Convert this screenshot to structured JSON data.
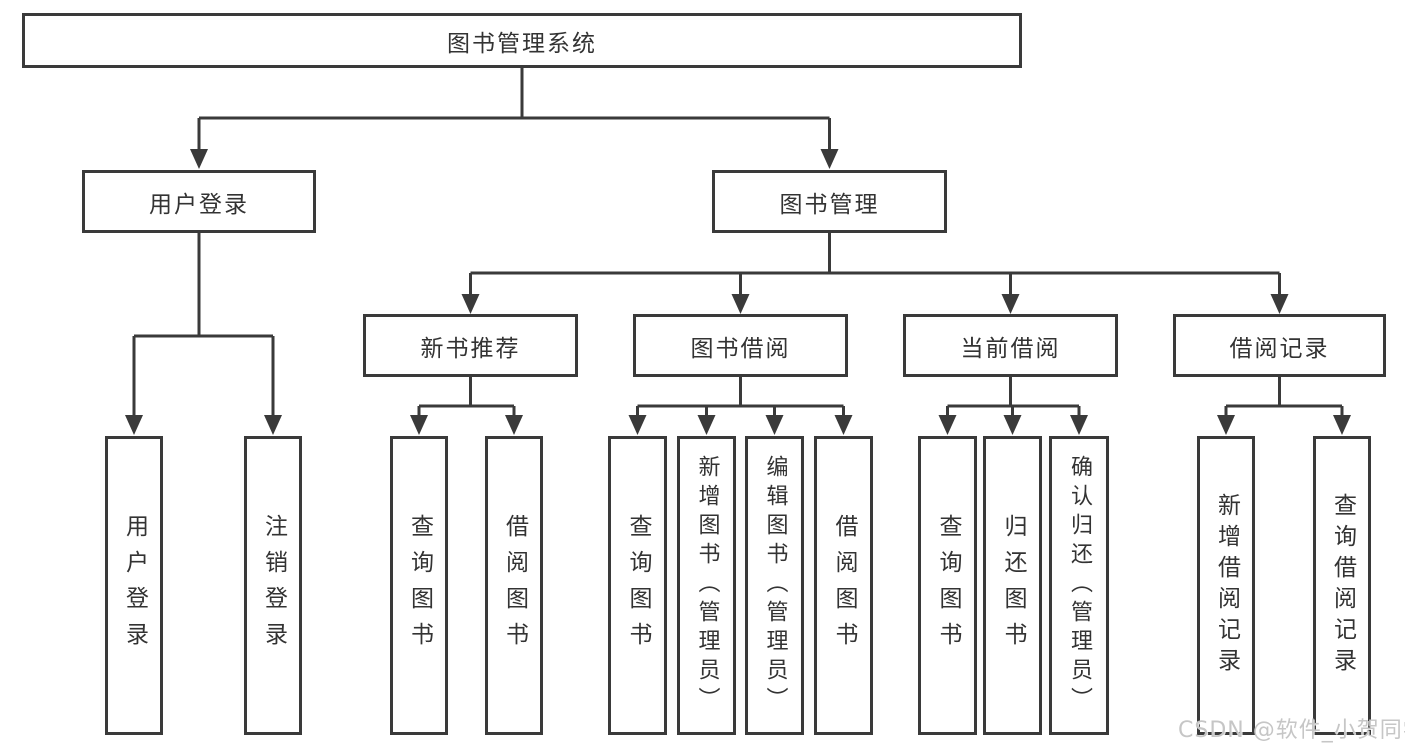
{
  "colors": {
    "line": "#3a3a3a",
    "box_border": "#3a3a3a",
    "text": "#333333",
    "background": "#ffffff",
    "watermark": "#c6c6c6"
  },
  "watermark": {
    "text": "CSDN @软件_小贺同学"
  },
  "tree": {
    "root": {
      "label": "图书管理系统"
    },
    "branches": [
      {
        "label": "用户登录",
        "children": [
          {
            "label": "用户登录"
          },
          {
            "label": "注销登录"
          }
        ]
      },
      {
        "label": "图书管理",
        "children": [
          {
            "label": "新书推荐",
            "children": [
              {
                "label": "查询图书"
              },
              {
                "label": "借阅图书"
              }
            ]
          },
          {
            "label": "图书借阅",
            "children": [
              {
                "label": "查询图书"
              },
              {
                "label": "新增图书（管理员）"
              },
              {
                "label": "编辑图书（管理员）"
              },
              {
                "label": "借阅图书"
              }
            ]
          },
          {
            "label": "当前借阅",
            "children": [
              {
                "label": "查询图书"
              },
              {
                "label": "归还图书"
              },
              {
                "label": "确认归还（管理员）"
              }
            ]
          },
          {
            "label": "借阅记录",
            "children": [
              {
                "label": "新增借阅记录"
              },
              {
                "label": "查询借阅记录"
              }
            ]
          }
        ]
      }
    ]
  }
}
